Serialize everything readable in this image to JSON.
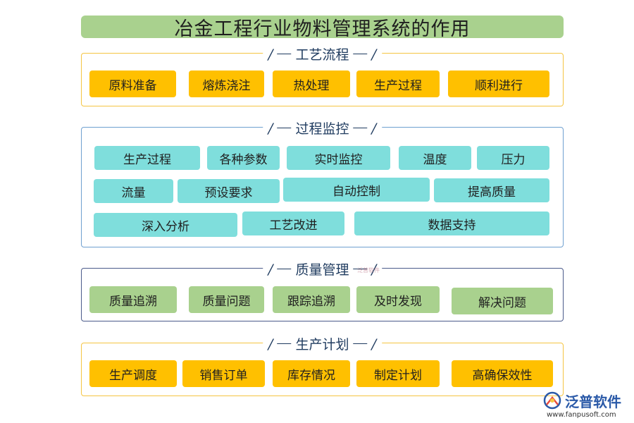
{
  "title": "冶金工程行业物料管理系统的作用",
  "sections": {
    "process": {
      "heading": "工艺流程",
      "items": [
        "原料准备",
        "熔炼浇注",
        "热处理",
        "生产过程",
        "顺利进行"
      ]
    },
    "monitor": {
      "heading": "过程监控",
      "items": [
        "生产过程",
        "各种参数",
        "实时监控",
        "温度",
        "压力",
        "流量",
        "预设要求",
        "自动控制",
        "提高质量",
        "深入分析",
        "工艺改进",
        "数据支持"
      ]
    },
    "quality": {
      "heading": "质量管理",
      "items": [
        "质量追溯",
        "质量问题",
        "跟踪追溯",
        "及时发现",
        "解决问题"
      ]
    },
    "plan": {
      "heading": "生产计划",
      "items": [
        "生产调度",
        "销售订单",
        "库存情况",
        "制定计划",
        "高确保效性"
      ]
    }
  },
  "watermark": "泛普软件",
  "brand": {
    "name": "泛普软件",
    "url": "www.fanpusoft.com"
  },
  "colors": {
    "title_bg": "#a9d18e",
    "orange_box": "#ffc000",
    "teal_box": "#7fdedc",
    "green_box": "#a9d18e",
    "heading_text": "#1f3b5f",
    "brand_blue": "#2b5aa8"
  }
}
